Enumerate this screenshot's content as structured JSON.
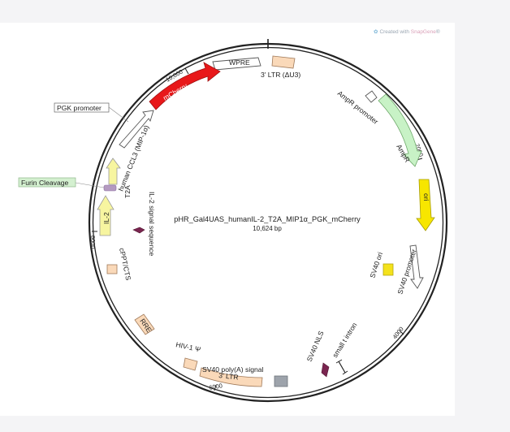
{
  "watermark": {
    "text": "Created with ",
    "brand": "SnapGene",
    "mark": "®"
  },
  "plasmid": {
    "name": "pHR_Gal4UAS_humanIL-2_T2A_MIP1α_PGK_mCherry",
    "size": "10,624 bp"
  },
  "colors": {
    "mcherry": "#e8181a",
    "ampr": "#c8f2c6",
    "ori": "#f7e600",
    "sv40ori": "#f4e21c",
    "il2": "#f7f5a0",
    "ltr": "#fad9b9",
    "grey": "#9da3ab",
    "furin": "#b49ac0",
    "signal": "#7a2550",
    "furin_label_bg": "#d4f0d0"
  },
  "ticks": {
    "t2000": "2000",
    "t4000": "4000",
    "t6000": "6000",
    "t8000": "8000",
    "t10000": "10,000"
  },
  "features": {
    "wpre": "WPRE",
    "ltr3_top": "3' LTR (ΔU3)",
    "ampr_promoter": "AmpR promoter",
    "ampr": "AmpR",
    "ori": "ori",
    "sv40_ori": "SV40 ori",
    "sv40_promoter": "SV40 promoter",
    "small_t_intron": "small t intron",
    "sv40_nls": "SV40 NLS",
    "sv40_polya": "SV40 poly(A) signal",
    "ltr3_bottom": "3' LTR",
    "hiv1_psi": "HIV-1 Ψ",
    "rre": "RRE",
    "cppt": "cPPT/CTS",
    "il2": "IL-2",
    "il2_signal": "IL-2 signal sequence",
    "t2a": "T2A",
    "furin": "Furin Cleavage",
    "ccl3": "human CCL3 (MIP-1α)",
    "pgk": "PGK promoter",
    "mcherry": "mCherry"
  }
}
